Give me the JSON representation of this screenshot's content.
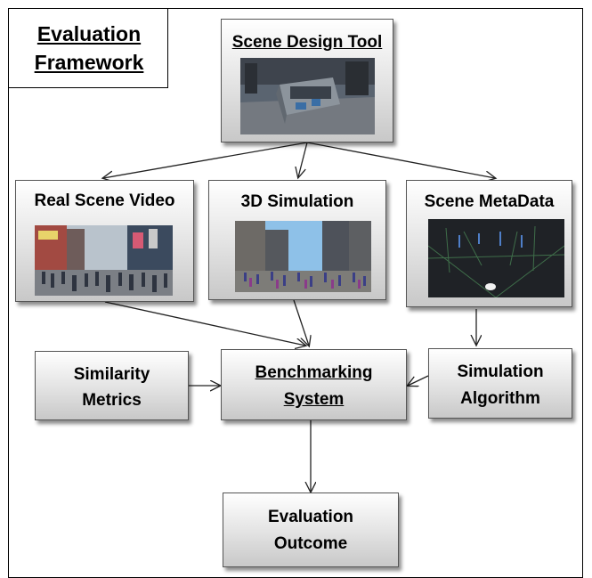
{
  "title": {
    "line1": "Evaluation",
    "line2": "Framework"
  },
  "scene_design_tool": {
    "label": "Scene Design Tool"
  },
  "real_scene_video": {
    "label": "Real Scene Video"
  },
  "simulation_3d": {
    "label": "3D Simulation"
  },
  "scene_metadata": {
    "label": "Scene MetaData"
  },
  "similarity_metrics": {
    "line1": "Similarity",
    "line2": "Metrics"
  },
  "benchmarking_system": {
    "line1": "Benchmarking",
    "line2": "System"
  },
  "simulation_algorithm": {
    "line1": "Simulation",
    "line2": "Algorithm"
  },
  "evaluation_outcome": {
    "line1": "Evaluation",
    "line2": "Outcome"
  }
}
